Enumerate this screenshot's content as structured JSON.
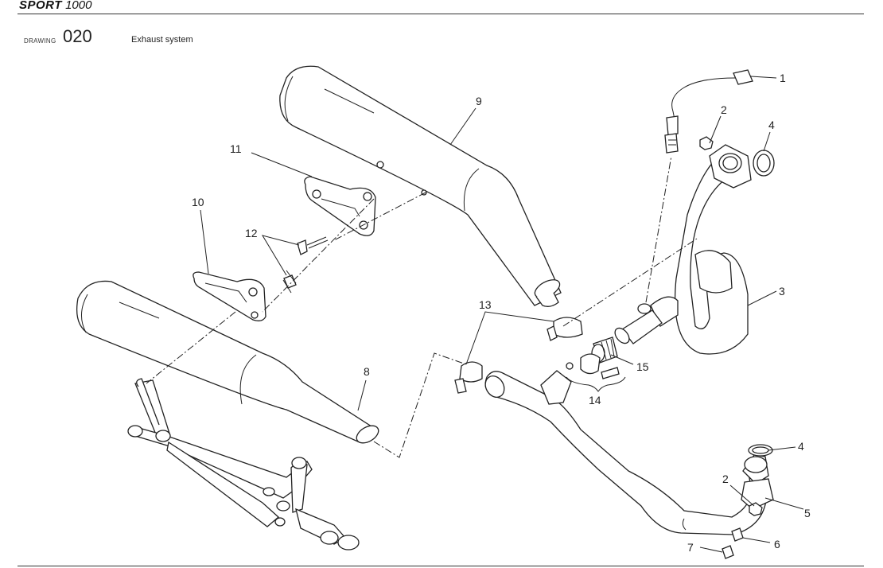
{
  "header": {
    "brand_bold": "SPORT",
    "brand_model": "1000"
  },
  "drawing": {
    "label": "DRAWING",
    "number": "020",
    "title": "Exhaust system"
  },
  "callouts": [
    {
      "id": "c1",
      "text": "1"
    },
    {
      "id": "c2a",
      "text": "2"
    },
    {
      "id": "c4a",
      "text": "4"
    },
    {
      "id": "c3",
      "text": "3"
    },
    {
      "id": "c9",
      "text": "9"
    },
    {
      "id": "c11",
      "text": "11"
    },
    {
      "id": "c10",
      "text": "10"
    },
    {
      "id": "c12",
      "text": "12"
    },
    {
      "id": "c13",
      "text": "13"
    },
    {
      "id": "c15",
      "text": "15"
    },
    {
      "id": "c14",
      "text": "14"
    },
    {
      "id": "c8",
      "text": "8"
    },
    {
      "id": "c4b",
      "text": "4"
    },
    {
      "id": "c2b",
      "text": "2"
    },
    {
      "id": "c5",
      "text": "5"
    },
    {
      "id": "c6",
      "text": "6"
    },
    {
      "id": "c7",
      "text": "7"
    }
  ]
}
